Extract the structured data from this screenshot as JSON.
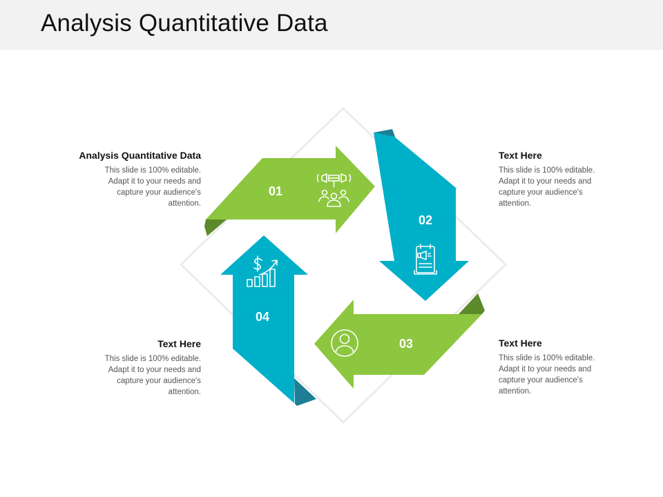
{
  "title": "Analysis Quantitative Data",
  "colors": {
    "green": "#8dc63f",
    "green_fold": "#5a8a2a",
    "teal": "#00b0c8",
    "teal_fold": "#1e7e96",
    "diamond_border": "#ececec"
  },
  "steps": [
    {
      "number": "01",
      "color": "green",
      "icon": "broadcast-people-icon",
      "heading": "Analysis Quantitative Data",
      "body": "This slide is 100% editable. Adapt it to your needs and capture your audience's attention."
    },
    {
      "number": "02",
      "color": "teal",
      "icon": "megaphone-document-icon",
      "heading": "Text Here",
      "body": "This slide is 100% editable. Adapt it to your needs and capture your audience's attention."
    },
    {
      "number": "03",
      "color": "green",
      "icon": "user-icon",
      "heading": "Text Here",
      "body": "This slide is 100% editable. Adapt it to your needs and capture your audience's attention."
    },
    {
      "number": "04",
      "color": "teal",
      "icon": "dollar-growth-chart-icon",
      "heading": "Text Here",
      "body": "This slide is 100% editable. Adapt it to your needs and capture your audience's attention."
    }
  ]
}
